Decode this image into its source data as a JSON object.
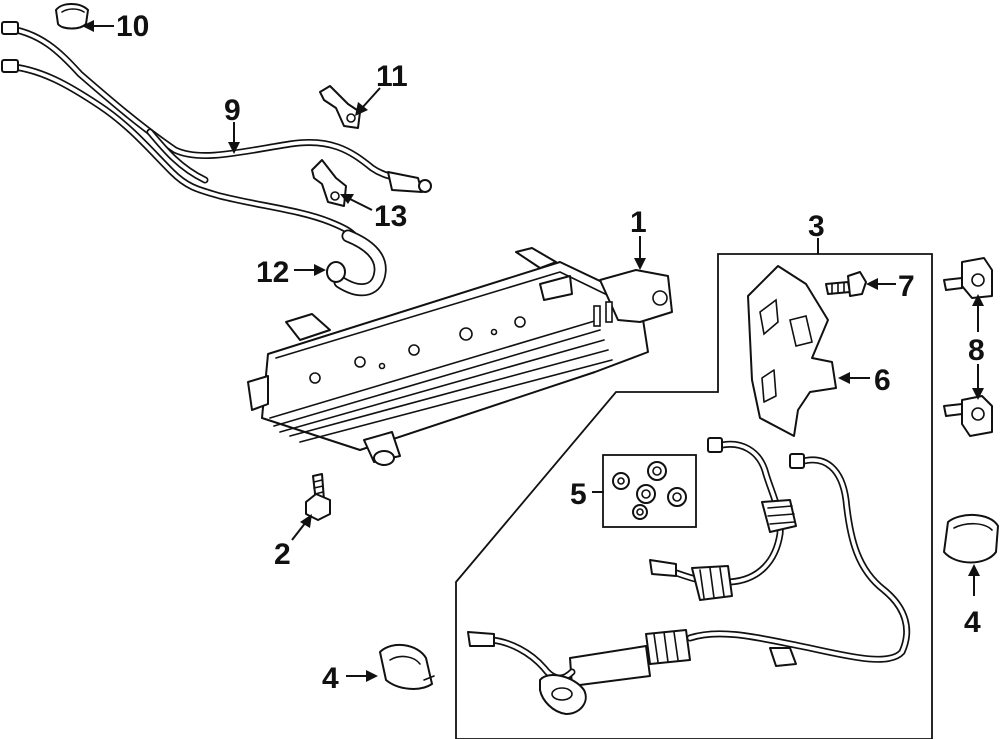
{
  "diagram": {
    "callouts": {
      "c1": "1",
      "c2": "2",
      "c3": "3",
      "c4a": "4",
      "c4b": "4",
      "c5": "5",
      "c6": "6",
      "c7": "7",
      "c8": "8",
      "c9": "9",
      "c10": "10",
      "c11": "11",
      "c12": "12",
      "c13": "13"
    }
  }
}
